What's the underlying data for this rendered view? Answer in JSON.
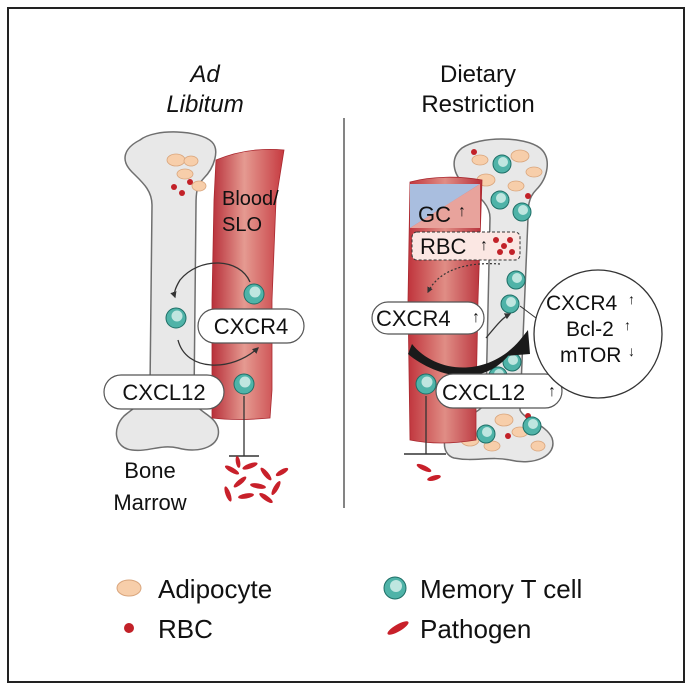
{
  "left_panel": {
    "title_line1": "Ad",
    "title_line2": "Libitum",
    "blood_label_line1": "Blood/",
    "blood_label_line2": "SLO",
    "cxcr4_label": "CXCR4",
    "cxcl12_label": "CXCL12",
    "bone_label_line1": "Bone",
    "bone_label_line2": "Marrow"
  },
  "right_panel": {
    "title_line1": "Dietary",
    "title_line2": "Restriction",
    "gc_label": "GC",
    "gc_change": "↑",
    "rbc_label": "RBC",
    "rbc_change": "↑",
    "cxcr4_label": "CXCR4",
    "cxcr4_change": "↑",
    "cxcl12_label": "CXCL12",
    "cxcl12_change": "↑",
    "callout_lines": [
      {
        "text": "CXCR4",
        "change": "↑"
      },
      {
        "text": "Bcl-2",
        "change": "↑"
      },
      {
        "text": "mTOR",
        "change": "↓"
      }
    ]
  },
  "legend": {
    "adipocyte": "Adipocyte",
    "rbc": "RBC",
    "memory_t_cell": "Memory T cell",
    "pathogen": "Pathogen"
  },
  "colors": {
    "bone_fill": "#e9e9e9",
    "bone_stroke": "#6e6e6e",
    "vessel_dark": "#c0373d",
    "vessel_light": "#e79a90",
    "rbc": "#c22128",
    "adipocyte": "#f7ceaa",
    "tcell_outer": "#4fb3a8",
    "tcell_inner": "#bfe6e0",
    "gc_blue": "#a9bedf",
    "gc_pink": "#e8a39c",
    "pathogen": "#c8202a"
  }
}
